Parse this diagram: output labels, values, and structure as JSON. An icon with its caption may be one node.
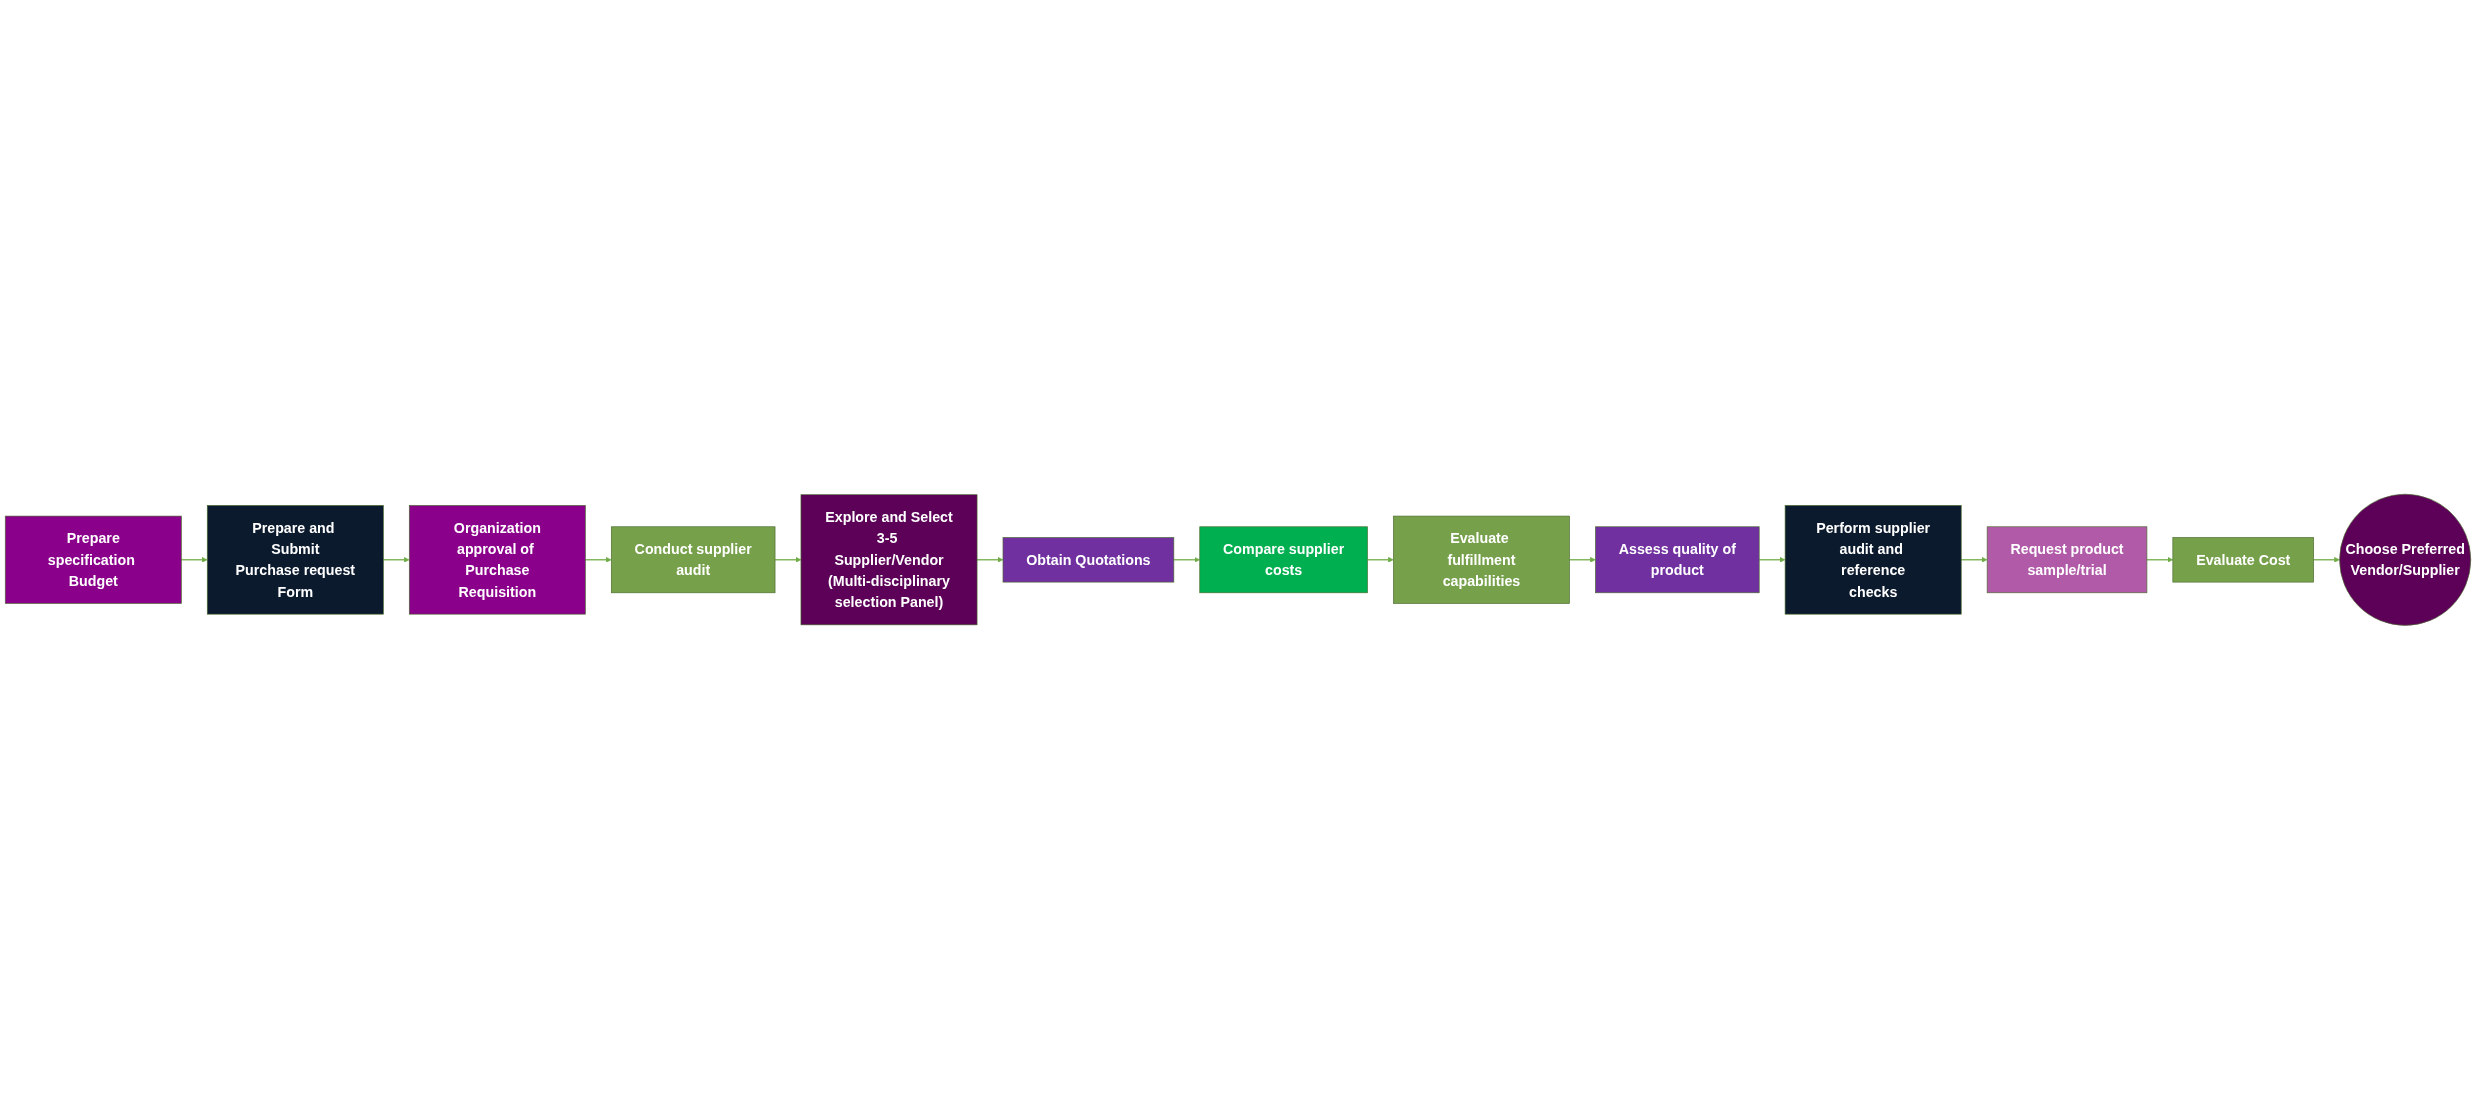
{
  "diagram": {
    "nodes": [
      {
        "text": [
          "Prepare specification Budget"
        ]
      },
      {
        "text": [
          "Prepare and Submit Purchase request Form"
        ]
      },
      {
        "text": [
          "Organization approval of Purchase Requisition"
        ]
      },
      {
        "text": [
          "Conduct supplier audit"
        ]
      },
      {
        "text": [
          "Explore and Select 3-5 Supplier/Vendor (Multi-disciplinary selection Panel)"
        ]
      },
      {
        "text": [
          "Obtain Quotations"
        ]
      },
      {
        "text": [
          "Compare supplier costs"
        ]
      },
      {
        "text": [
          "Evaluate fulfillment capabilities"
        ]
      },
      {
        "text": [
          "Assess quality of product"
        ]
      },
      {
        "text": [
          "Perform supplier audit and reference checks"
        ]
      },
      {
        "text": [
          "Request product sample/trial"
        ]
      },
      {
        "text": [
          "Evaluate Cost"
        ]
      },
      {
        "text": [
          "Choose Preferred Vendor/Supplier"
        ]
      }
    ],
    "edges": [
      {
        "from": 0,
        "to": 1,
        "arrow": "to"
      },
      {
        "from": 1,
        "to": 2,
        "arrow": "to"
      },
      {
        "from": 2,
        "to": 3,
        "arrow": "to"
      },
      {
        "from": 3,
        "to": 4,
        "arrow": "to"
      },
      {
        "from": 4,
        "to": 5,
        "arrow": "to"
      },
      {
        "from": 5,
        "to": 6,
        "arrow": "to"
      },
      {
        "from": 6,
        "to": 7,
        "arrow": "to"
      },
      {
        "from": 7,
        "to": 8,
        "arrow": "to"
      },
      {
        "from": 8,
        "to": 9,
        "arrow": "to"
      },
      {
        "from": 9,
        "to": 10,
        "arrow": "to"
      },
      {
        "from": 10,
        "to": 11,
        "arrow": "to"
      },
      {
        "from": 11,
        "to": 12,
        "arrow": "to"
      }
    ]
  }
}
